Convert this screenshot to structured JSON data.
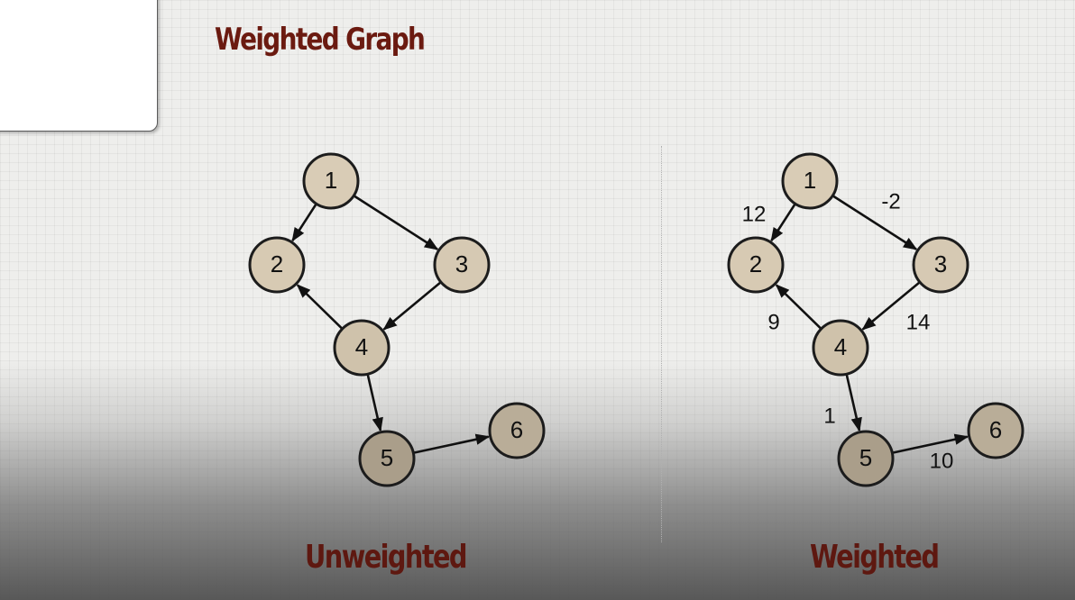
{
  "slide": {
    "title": "Weighted Graph",
    "caption_left": "Unweighted",
    "caption_right": "Weighted"
  },
  "colors": {
    "title": "#6b1a10",
    "node_fill": "#d8cbb4",
    "node_stroke": "#1c1c1c",
    "edge": "#111111"
  },
  "graphs": [
    {
      "id": "unweighted",
      "nodes": [
        "1",
        "2",
        "3",
        "4",
        "5",
        "6"
      ],
      "edges": [
        {
          "from": "1",
          "to": "2",
          "weight": ""
        },
        {
          "from": "1",
          "to": "3",
          "weight": ""
        },
        {
          "from": "3",
          "to": "4",
          "weight": ""
        },
        {
          "from": "4",
          "to": "2",
          "weight": ""
        },
        {
          "from": "4",
          "to": "5",
          "weight": ""
        },
        {
          "from": "5",
          "to": "6",
          "weight": ""
        }
      ]
    },
    {
      "id": "weighted",
      "nodes": [
        "1",
        "2",
        "3",
        "4",
        "5",
        "6"
      ],
      "edges": [
        {
          "from": "1",
          "to": "2",
          "weight": "12"
        },
        {
          "from": "1",
          "to": "3",
          "weight": "-2"
        },
        {
          "from": "3",
          "to": "4",
          "weight": "14"
        },
        {
          "from": "4",
          "to": "2",
          "weight": "9"
        },
        {
          "from": "4",
          "to": "5",
          "weight": "1"
        },
        {
          "from": "5",
          "to": "6",
          "weight": "10"
        }
      ]
    }
  ]
}
